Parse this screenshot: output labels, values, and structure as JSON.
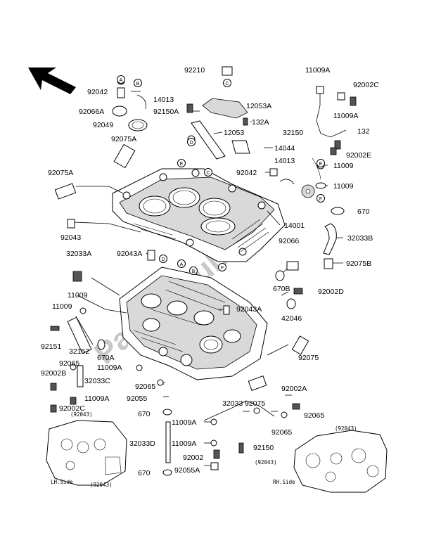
{
  "watermark": "Partsrepublik",
  "left_view": {
    "side_label": "LH.Side",
    "top_label": "(92043)",
    "bottom_label": "(92043)"
  },
  "right_view": {
    "side_label": "RH.Side",
    "top_label": "(92043)",
    "left_label": "(92043)"
  },
  "callout_letters": [
    "A",
    "B",
    "C",
    "D",
    "E",
    "F"
  ],
  "part_numbers": {
    "p92210": "92210",
    "p11009A_top": "11009A",
    "p92002C_top": "92002C",
    "p92042_top": "92042",
    "p14013_top": "14013",
    "p92066A": "92066A",
    "p92150A_top": "92150A",
    "p12053A": "12053A",
    "p11009A_r2": "11009A",
    "p92049": "92049",
    "p32150": "32150",
    "p132_r": "132",
    "p132A": "132A",
    "p12053": "12053",
    "p92075A_top": "92075A",
    "p14044": "14044",
    "p92002E": "92002E",
    "p11009_r": "11009",
    "p92042_mid": "92042",
    "p14013_mid": "14013",
    "p92075A_left": "92075A",
    "p11009_r2": "11009",
    "p670_r": "670",
    "p14001": "14001",
    "p92043_left": "92043",
    "p32033B": "32033B",
    "p92066": "92066",
    "p32033A": "32033A",
    "p92043A_mid": "92043A",
    "p92075B": "92075B",
    "p670B": "670B",
    "p92002D": "92002D",
    "p11009_left": "11009",
    "p11009_left2": "11009",
    "p92043A_low": "92043A",
    "p42046": "42046",
    "p92151": "92151",
    "p32152": "32152",
    "p670A": "670A",
    "p92075_r": "92075",
    "p92065_a": "92065",
    "p11009A_left": "11009A",
    "p92002B": "92002B",
    "p32033C": "32033C",
    "p92065_b": "92065",
    "p92002A": "92002A",
    "p92055": "92055",
    "p11009A_left2": "11009A",
    "p32033": "32033",
    "p92075_low": "92075",
    "p92002C_low": "92002C",
    "p670_low": "670",
    "p92065_c": "92065",
    "p11009A_low": "11009A",
    "p92065_d": "92065",
    "p32033D": "32033D",
    "p11009A_low2": "11009A",
    "p92002": "92002",
    "p92150": "92150",
    "p670_bot": "670",
    "p92055A": "92055A"
  }
}
